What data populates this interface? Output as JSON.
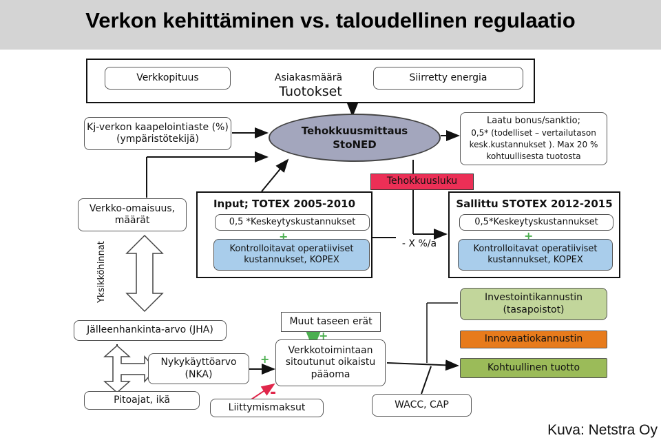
{
  "title": "Verkon kehittäminen vs. taloudellinen regulaatio",
  "credit": "Kuva: Netstra Oy",
  "tuotokset": {
    "label": "Tuotokset",
    "items": [
      "Verkkopituus",
      "Asiakasmäärä",
      "Siirretty energia"
    ]
  },
  "kaapelointiaste": "Kj-verkon kaapelointiaste (%) (ympäristötekijä)",
  "efficiency": {
    "line1": "Tehokkuusmittaus",
    "line2": "StoNED"
  },
  "quality": {
    "line1": "Laatu bonus/sanktio;",
    "line2": "0,5* (todelliset – vertailutason",
    "line3": "kesk.kustannukset ). Max 20 %",
    "line4": "kohtuullisesta tuotosta"
  },
  "tehokkuusluku": "Tehokkuusluku",
  "assets": "Verkko-omaisuus, määrät",
  "yksikkohinnat": "Yksikköhinnat",
  "input_box": {
    "title": "Input; TOTEX 2005-2010",
    "item1": "0,5 *Keskeytyskustannukset",
    "plus": "+",
    "item2": "Kontrolloitavat operatiiviset kustannukset, KOPEX"
  },
  "x_percent": "- X %/a",
  "allowed_box": {
    "title": "Sallittu STOTEX 2012-2015",
    "item1": "0,5*Keskeytyskustannukset",
    "plus": "+",
    "item2": "Kontrolloitavat operatiiviset kustannukset, KOPEX"
  },
  "jha": "Jälleenhankinta-arvo (JHA)",
  "nka": "Nykykäyttöarvo (NKA)",
  "pitoajat": "Pitoajat, ikä",
  "muut": "Muut taseen erät",
  "plus_sign": "+",
  "minus_sign": "-",
  "capital": "Verkkotoimintaan sitoutunut oikaistu pääoma",
  "liittymismaksut": "Liittymismaksut",
  "wacc": "WACC, CAP",
  "incentives": {
    "investointi": "Investointikannustin (tasapoistot)",
    "innovaatio": "Innovaatiokannustin",
    "kohtuullinen": "Kohtuullinen tuotto"
  },
  "colors": {
    "blue_box": "#a9cdeb",
    "light_green": "#c2d69b",
    "orange": "#e77b1c",
    "dark_green": "#9bbb59",
    "pink": "#ec2f56",
    "ellipse": "#a3a6bd",
    "header_bg": "#d4d4d4"
  }
}
